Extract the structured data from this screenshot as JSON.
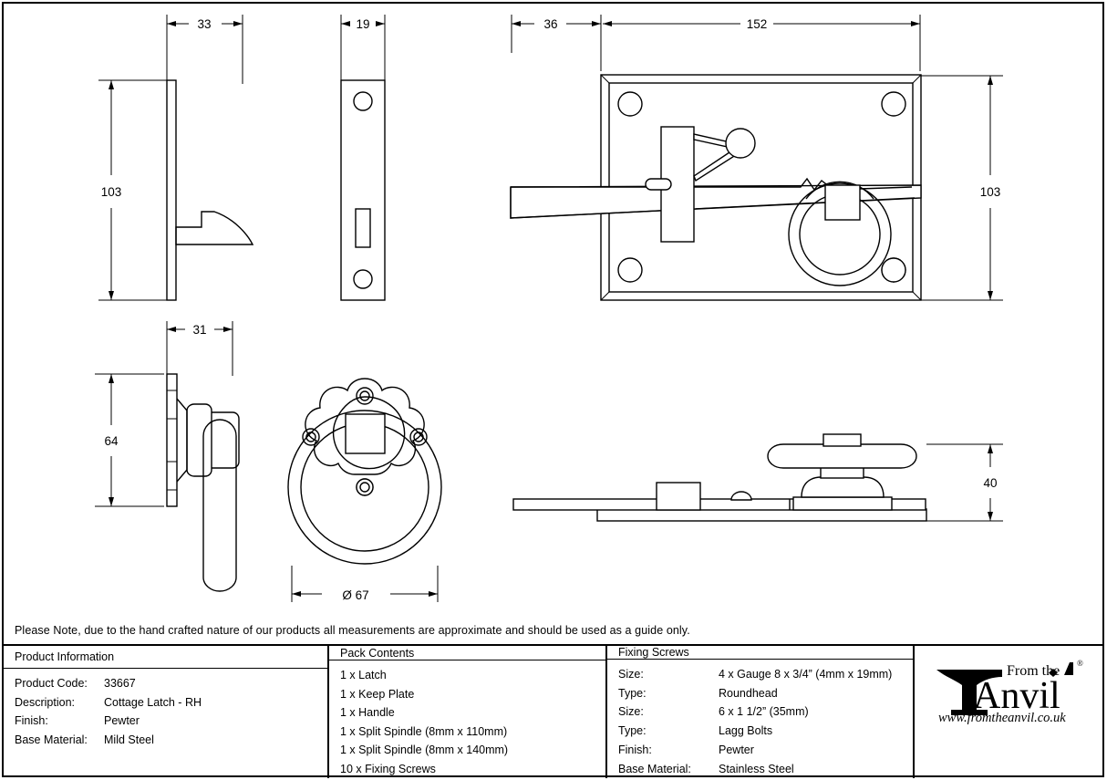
{
  "sheet": {
    "title": "Cottage Latch - RH technical drawing",
    "line_color": "#000000",
    "background": "#ffffff"
  },
  "dimensions": {
    "latch_profile_width": "33",
    "keep_plate_width": "19",
    "backplate_offset": "36",
    "backplate_width": "152",
    "backplate_height_left": "103",
    "backplate_height_right": "103",
    "handle_rose_depth": "31",
    "handle_rose_height": "64",
    "ring_diameter": "Ø 67",
    "side_elevation_height": "40"
  },
  "note": {
    "text": "Please Note, due to the hand crafted nature of our products all measurements are approximate and should be used as a guide only."
  },
  "table": {
    "product_information": {
      "heading": "Product Information",
      "rows": [
        {
          "key": "Product Code:",
          "value": "33667"
        },
        {
          "key": "Description:",
          "value": "Cottage Latch - RH"
        },
        {
          "key": "Finish:",
          "value": "Pewter"
        },
        {
          "key": "Base Material:",
          "value": "Mild Steel"
        }
      ]
    },
    "pack_contents": {
      "heading": "Pack Contents",
      "items": [
        "1 x Latch",
        "1 x Keep Plate",
        "1 x Handle",
        "1 x Split Spindle (8mm x 110mm)",
        "1 x Split Spindle (8mm x 140mm)",
        "10 x Fixing Screws"
      ]
    },
    "fixing_screws": {
      "heading": "Fixing Screws",
      "rows": [
        {
          "key": "Size:",
          "value": "4 x Gauge 8 x 3/4” (4mm x 19mm)"
        },
        {
          "key": "Type:",
          "value": "Roundhead"
        },
        {
          "key": "Size:",
          "value": "6 x 1 1/2” (35mm)"
        },
        {
          "key": "Type:",
          "value": "Lagg Bolts"
        },
        {
          "key": "Finish:",
          "value": "Pewter"
        },
        {
          "key": "Base Material:",
          "value": "Stainless Steel"
        }
      ]
    }
  },
  "logo": {
    "brand_top": "From the",
    "brand_main": "Anvil",
    "registered": "®",
    "website": "www.fromtheanvil.co.uk"
  }
}
